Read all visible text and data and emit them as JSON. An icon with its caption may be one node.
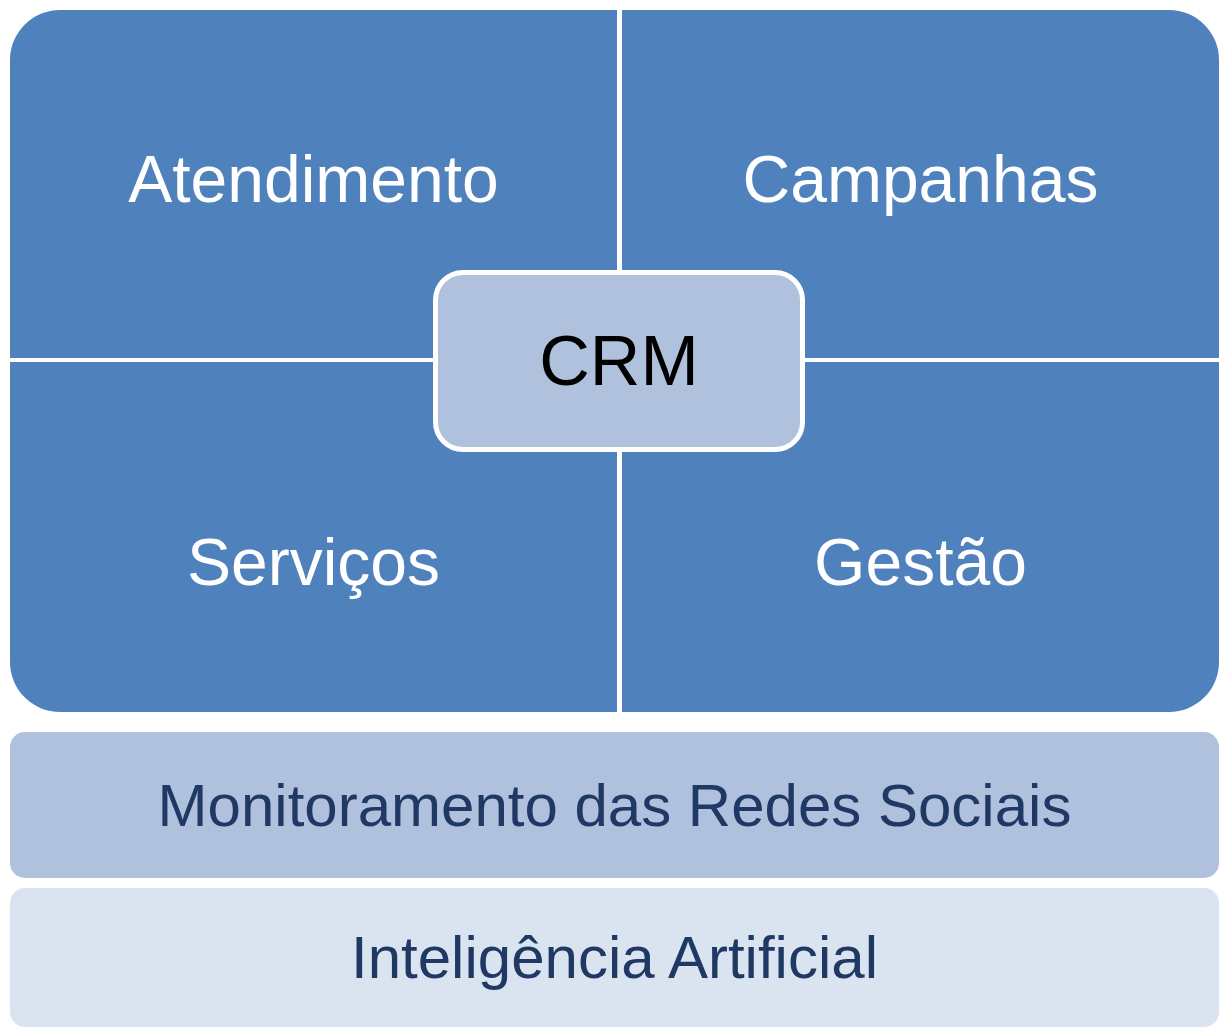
{
  "diagram": {
    "nodes": [
      {
        "text": [
          "Atendimento"
        ]
      },
      {
        "text": [
          "Campanhas"
        ]
      },
      {
        "text": [
          "Serviços"
        ]
      },
      {
        "text": [
          "Gestão"
        ]
      },
      {
        "text": [
          "CRM"
        ]
      },
      {
        "text": [
          "Monitoramento das Redes Sociais"
        ]
      },
      {
        "text": [
          "Inteligência Artificial"
        ]
      }
    ]
  }
}
